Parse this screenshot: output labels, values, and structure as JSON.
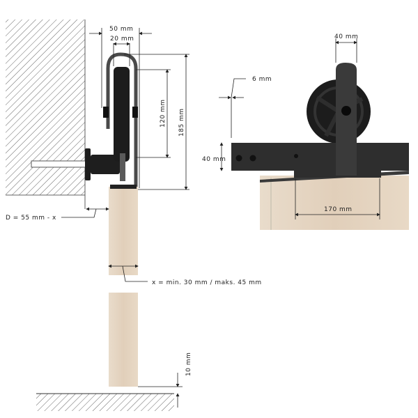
{
  "side_view": {
    "width_total": "50 mm",
    "width_wheel": "20 mm",
    "height_wheel": "120 mm",
    "height_total": "185 mm",
    "wall_distance": "D = 55 mm - x",
    "door_thickness": "x = min. 30 mm / maks. 45 mm",
    "floor_gap": "10 mm"
  },
  "front_view": {
    "strap_width": "40 mm",
    "rail_thickness": "6 mm",
    "rail_height": "40 mm",
    "bracket_length": "170 mm"
  },
  "colors": {
    "metal": "#2b2b2b",
    "wood": "#e6d5c1",
    "hatch": "#555555"
  }
}
